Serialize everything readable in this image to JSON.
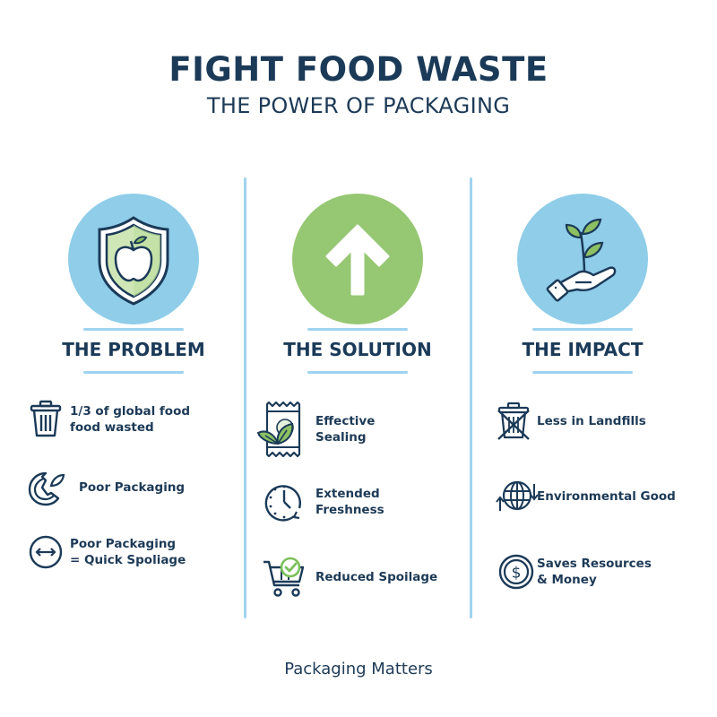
{
  "header": {
    "title": "FIGHT FOOD WASTE",
    "subtitle": "THE POWER OF PACKAGING"
  },
  "colors": {
    "navy": "#1b3a58",
    "light_blue": "#8fcde9",
    "divider_blue": "#9fd3ef",
    "green": "#96c773",
    "leaf_green": "#8cc063"
  },
  "columns": [
    {
      "heading": "THE PROBLEM",
      "hero_icon": "shield-apple-icon",
      "items": [
        {
          "icon": "trash-can-icon",
          "text": "1/3 of global food food wasted"
        },
        {
          "icon": "broken-plate-leaf-icon",
          "text": "Poor Packaging"
        },
        {
          "icon": "double-arrow-circle-icon",
          "text": "Poor Packaging = Quick Spoliage"
        }
      ]
    },
    {
      "heading": "THE SOLUTION",
      "hero_icon": "arrow-up-icon",
      "items": [
        {
          "icon": "sealed-pouch-leaf-icon",
          "text": "Effective Sealing"
        },
        {
          "icon": "clock-icon",
          "text": "Extended Freshness"
        },
        {
          "icon": "cart-check-icon",
          "text": "Reduced Spoilage"
        }
      ]
    },
    {
      "heading": "THE IMPACT",
      "hero_icon": "hand-sprout-icon",
      "items": [
        {
          "icon": "trash-crossed-icon",
          "text": "Less in Landfills"
        },
        {
          "icon": "globe-arrows-icon",
          "text": "Environmental Good"
        },
        {
          "icon": "dollar-coin-icon",
          "text": "Saves Resources & Money"
        }
      ]
    }
  ],
  "footer": {
    "text": "Packaging Matters"
  }
}
